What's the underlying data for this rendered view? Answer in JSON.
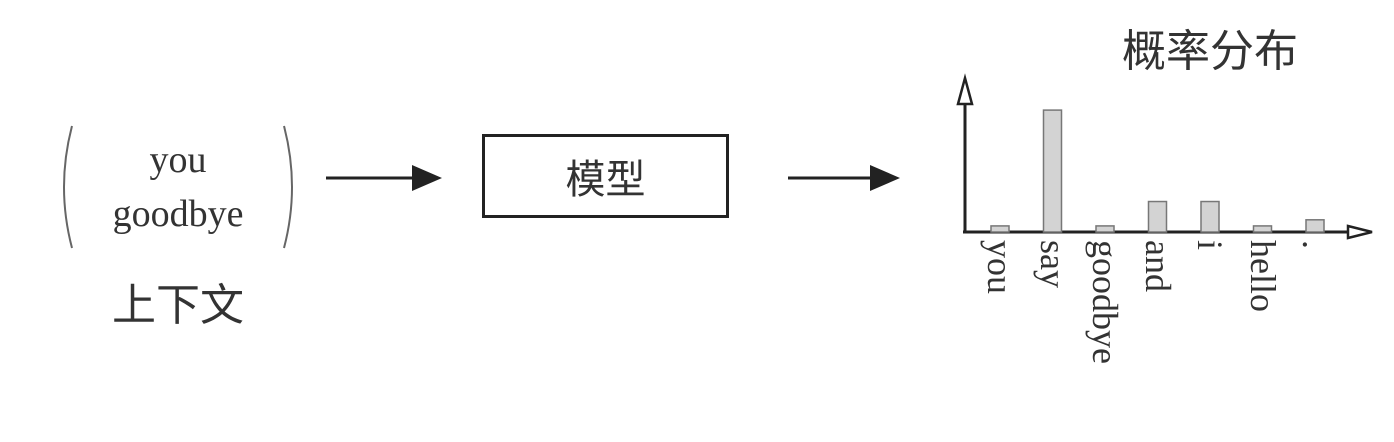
{
  "context": {
    "words": [
      "you",
      "goodbye"
    ],
    "label": "上下文"
  },
  "model": {
    "label": "模型"
  },
  "chart_data": {
    "type": "bar",
    "title": "概率分布",
    "categories": [
      "you",
      "say",
      "goodbye",
      "and",
      "i",
      "hello",
      "."
    ],
    "values": [
      0.05,
      1.0,
      0.05,
      0.25,
      0.25,
      0.05,
      0.1
    ],
    "ylim": [
      0,
      1.05
    ],
    "bar_color": "#d3d3d3",
    "bar_stroke": "#777777"
  },
  "colors": {
    "line": "#222222",
    "text": "#333333"
  }
}
